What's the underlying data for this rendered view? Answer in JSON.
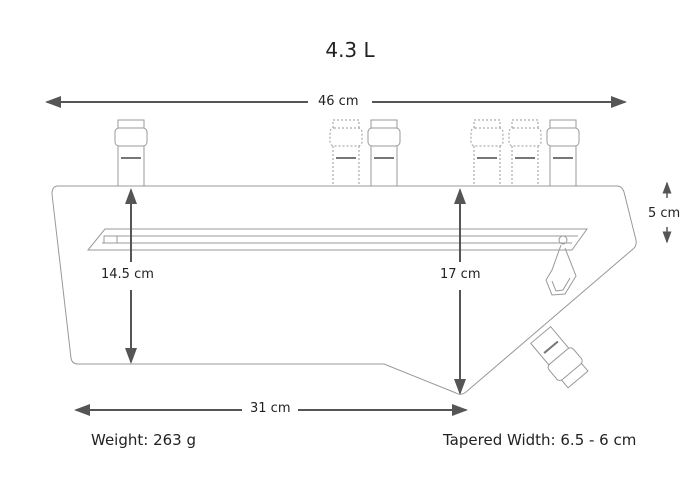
{
  "title": "4.3 L",
  "dimensions": {
    "length_top": "46 cm",
    "length_bottom": "31 cm",
    "height_front": "14.5 cm",
    "height_rear": "17 cm",
    "strap_height": "5 cm"
  },
  "specs": {
    "weight": "Weight: 263 g",
    "width": "Tapered Width: 6.5 - 6 cm"
  },
  "colors": {
    "line": "#999999",
    "arrow": "#555555",
    "text": "#222222"
  }
}
